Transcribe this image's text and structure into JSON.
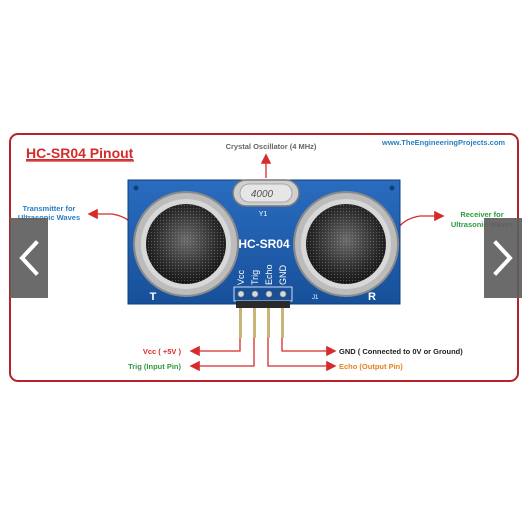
{
  "title": "HC-SR04 Pinout",
  "website": "www.TheEngineeringProjects.com",
  "labels": {
    "crystal": "Crystal Oscillator (4 MHz)",
    "transmitter_line1": "Transmitter for",
    "transmitter_line2": "Ultrasonic Waves",
    "receiver_line1": "Receiver for",
    "receiver_line2": "Ultrasonic Waves",
    "vcc_pin": "Vcc ( +5V )",
    "trig_pin": "Trig (Input Pin)",
    "gnd_pin": "GND ( Connected to 0V or Ground)",
    "echo_pin": "Echo (Output Pin)"
  },
  "board": {
    "model": "HC-SR04",
    "crystal_marking": "4000",
    "crystal_ref": "Y1",
    "pins": [
      "Vcc",
      "Trig",
      "Echo",
      "GND"
    ],
    "connector_ref": "J1",
    "left_mark": "T",
    "right_mark": "R"
  },
  "colors": {
    "frame": "#b5222a",
    "label_red": "#d62b2b",
    "label_blue": "#2a7fc0",
    "label_green": "#2e9a3f",
    "label_orange": "#e7801e",
    "board": "#1f5fae"
  },
  "navigation": {
    "prev_icon": "chevron-left-icon",
    "next_icon": "chevron-right-icon"
  }
}
